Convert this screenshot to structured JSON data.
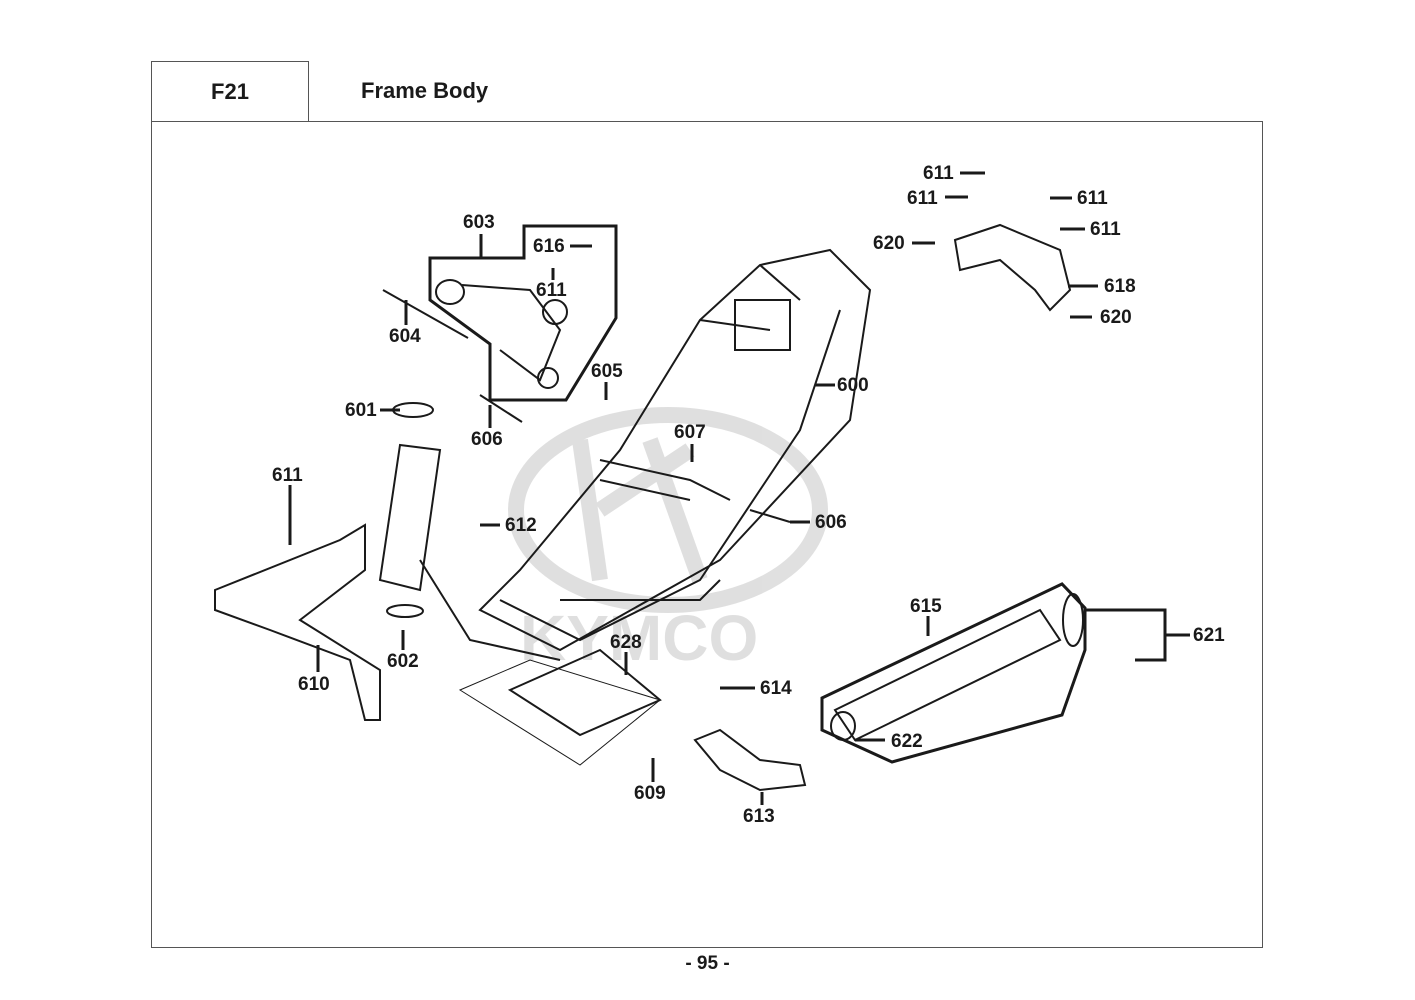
{
  "header": {
    "section_code": "F21",
    "title": "Frame Body"
  },
  "watermark": {
    "brand": "KYMCO"
  },
  "footer": {
    "page_number": "- 95 -"
  },
  "callouts": [
    {
      "id": "c600",
      "text": "600"
    },
    {
      "id": "c601",
      "text": "601"
    },
    {
      "id": "c602",
      "text": "602"
    },
    {
      "id": "c603",
      "text": "603"
    },
    {
      "id": "c604",
      "text": "604"
    },
    {
      "id": "c605",
      "text": "605"
    },
    {
      "id": "c606a",
      "text": "606"
    },
    {
      "id": "c606b",
      "text": "606"
    },
    {
      "id": "c607",
      "text": "607"
    },
    {
      "id": "c609",
      "text": "609"
    },
    {
      "id": "c610",
      "text": "610"
    },
    {
      "id": "c611a",
      "text": "611"
    },
    {
      "id": "c611b",
      "text": "611"
    },
    {
      "id": "c611c",
      "text": "611"
    },
    {
      "id": "c611d",
      "text": "611"
    },
    {
      "id": "c611e",
      "text": "611"
    },
    {
      "id": "c611f",
      "text": "611"
    },
    {
      "id": "c612",
      "text": "612"
    },
    {
      "id": "c613",
      "text": "613"
    },
    {
      "id": "c614",
      "text": "614"
    },
    {
      "id": "c615",
      "text": "615"
    },
    {
      "id": "c616",
      "text": "616"
    },
    {
      "id": "c618",
      "text": "618"
    },
    {
      "id": "c620a",
      "text": "620"
    },
    {
      "id": "c620b",
      "text": "620"
    },
    {
      "id": "c621",
      "text": "621"
    },
    {
      "id": "c622",
      "text": "622"
    },
    {
      "id": "c628",
      "text": "628"
    }
  ]
}
